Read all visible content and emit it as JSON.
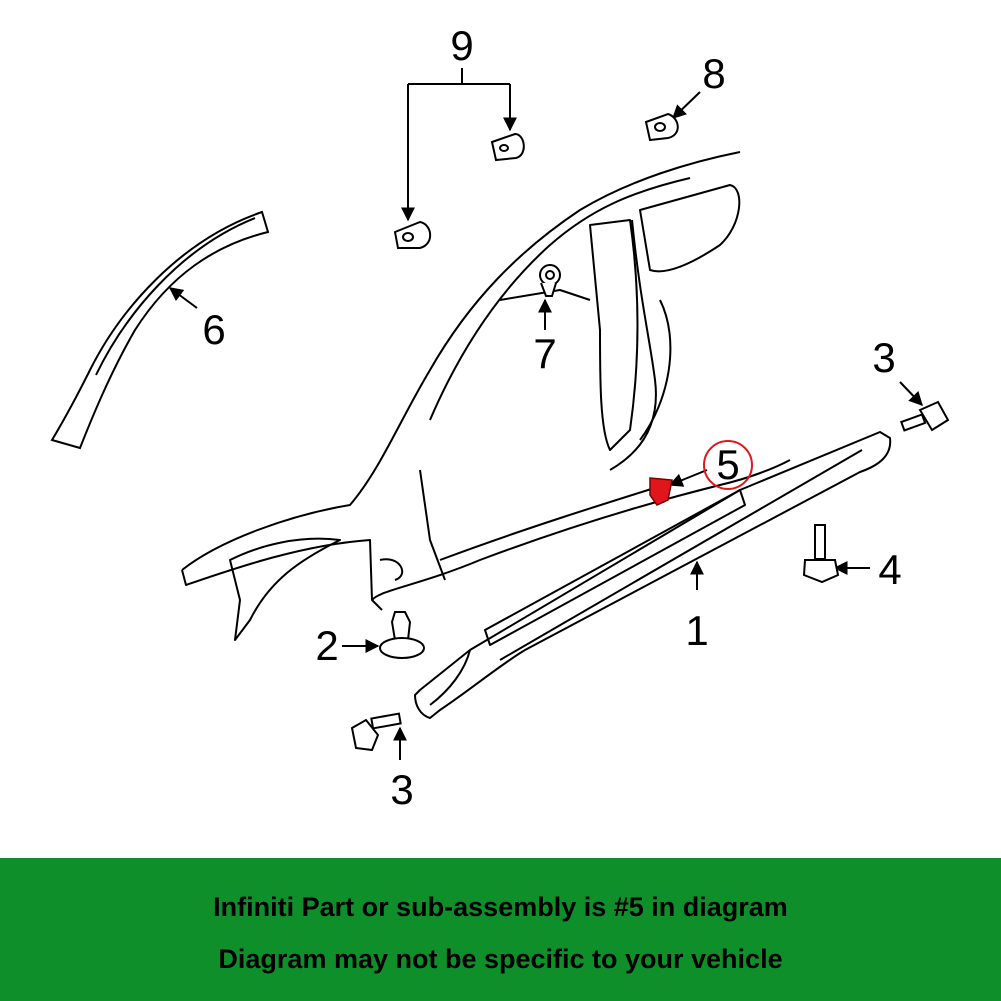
{
  "callouts": {
    "c9": "9",
    "c8": "8",
    "c6": "6",
    "c7": "7",
    "c3_right": "3",
    "c5": "5",
    "c4": "4",
    "c2": "2",
    "c1": "1",
    "c3_bottom": "3"
  },
  "banner": {
    "line1": "Infiniti Part or sub-assembly is #5 in diagram",
    "line2": "Diagram may not be specific to your vehicle"
  },
  "colors": {
    "banner_bg": "#0e8f2a",
    "highlight_part": "#e0161c",
    "highlight_ring": "#e0161c",
    "line": "#000000"
  },
  "icons": {
    "arrow": "arrow-icon",
    "clip": "clip-icon",
    "bolt": "bolt-icon",
    "grommet": "grommet-icon"
  }
}
